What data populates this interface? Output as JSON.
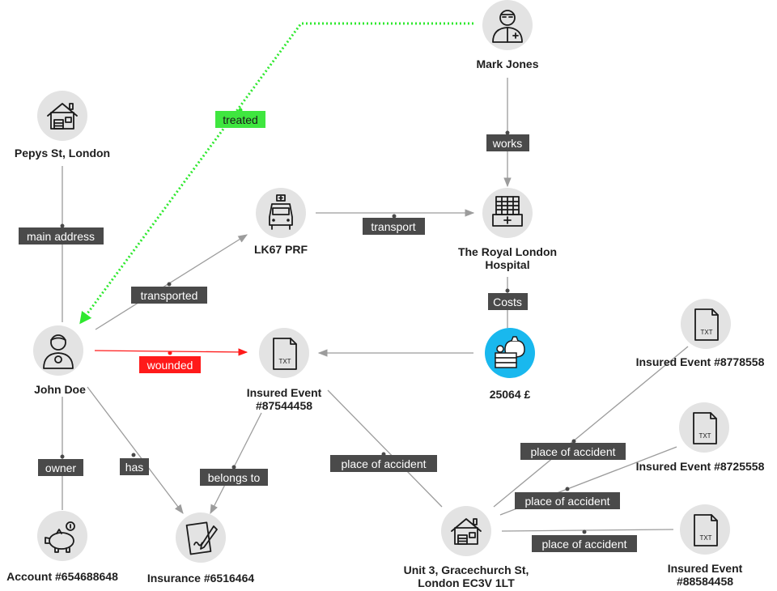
{
  "nodes": {
    "mark_jones": {
      "label": "Mark Jones",
      "icon": "doctor-icon"
    },
    "pepys": {
      "label": "Pepys  St, London",
      "icon": "house-icon"
    },
    "lk67": {
      "label": "LK67 PRF",
      "icon": "ambulance-icon"
    },
    "royal_london": {
      "label": "The Royal London\nHospital",
      "icon": "hospital-icon"
    },
    "john_doe": {
      "label": "John Doe",
      "icon": "injured-person-icon"
    },
    "event_87544458": {
      "label": "Insured Event\n#87544458",
      "icon": "txt-document-icon"
    },
    "money": {
      "label": "25064 £",
      "icon": "money-bag-icon"
    },
    "event_8778558": {
      "label": "Insured Event #8778558",
      "icon": "txt-document-icon"
    },
    "event_8725558": {
      "label": "Insured Event #8725558",
      "icon": "txt-document-icon"
    },
    "event_88584458": {
      "label": "Insured Event\n#88584458",
      "icon": "txt-document-icon"
    },
    "account": {
      "label": "Account #654688648",
      "icon": "piggy-bank-icon"
    },
    "insurance": {
      "label": "Insurance #6516464",
      "icon": "signed-contract-icon"
    },
    "unit3": {
      "label": "Unit 3, Gracechurch St,\nLondon EC3V 1LT",
      "icon": "house-icon"
    }
  },
  "edges": {
    "treated": "treated",
    "works": "works",
    "main_address": "main address",
    "transport": "transport",
    "transported": "transported",
    "costs": "Costs",
    "wounded": "wounded",
    "owner": "owner",
    "has": "has",
    "belongs_to": "belongs to",
    "place_of_accident_1": "place of accident",
    "place_of_accident_2": "place of accident",
    "place_of_accident_3": "place of accident",
    "place_of_accident_4": "place of accident"
  },
  "icon_text": {
    "txt": "TXT"
  },
  "colors": {
    "node": "#e3e3e3",
    "money_node": "#19b8ee",
    "edge": "#9c9c9c",
    "label_bg": "#4a4a4a",
    "wounded": "#ff1a1a",
    "treated": "#3fe63f"
  }
}
